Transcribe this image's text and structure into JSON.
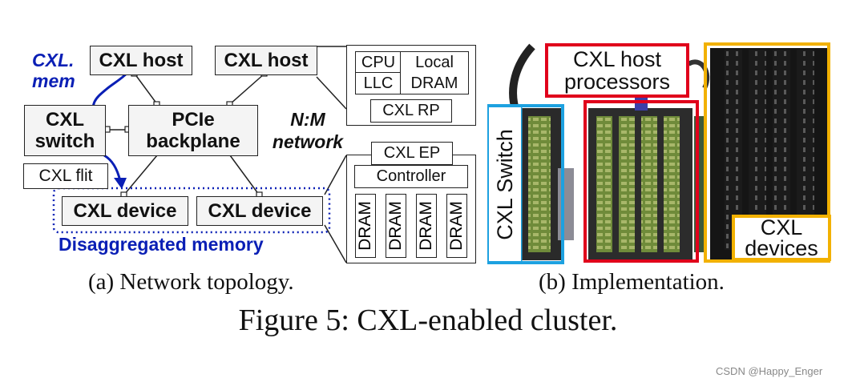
{
  "topology": {
    "cxl_mem_line1": "CXL.",
    "cxl_mem_line2": "mem",
    "host_left": "CXL host",
    "host_right": "CXL host",
    "switch_line1": "CXL",
    "switch_line2": "switch",
    "backplane_line1": "PCIe",
    "backplane_line2": "backplane",
    "network_line1": "N:M",
    "network_line2": "network",
    "flit": "CXL flit",
    "device_left": "CXL device",
    "device_right": "CXL device",
    "disagg": "Disaggregated memory",
    "host_detail": {
      "cpu": "CPU",
      "local_line1": "Local",
      "llc": "LLC",
      "local_line2": "DRAM",
      "rp": "CXL RP"
    },
    "device_detail": {
      "ep": "CXL EP",
      "controller": "Controller",
      "drams": [
        "DRAM",
        "DRAM",
        "DRAM",
        "DRAM"
      ]
    },
    "subcaption": "(a) Network topology."
  },
  "implementation": {
    "processors_line1": "CXL host",
    "processors_line2": "processors",
    "switch": "CXL Switch",
    "devices_line1": "CXL",
    "devices_line2": "devices",
    "subcaption": "(b) Implementation."
  },
  "caption": "Figure 5: CXL-enabled cluster.",
  "watermark": "CSDN @Happy_Enger",
  "colors": {
    "blue_accent": "#0a1fb5",
    "switch_frame": "#1da1e0",
    "processors_frame": "#e0001b",
    "devices_frame": "#f2b100"
  }
}
